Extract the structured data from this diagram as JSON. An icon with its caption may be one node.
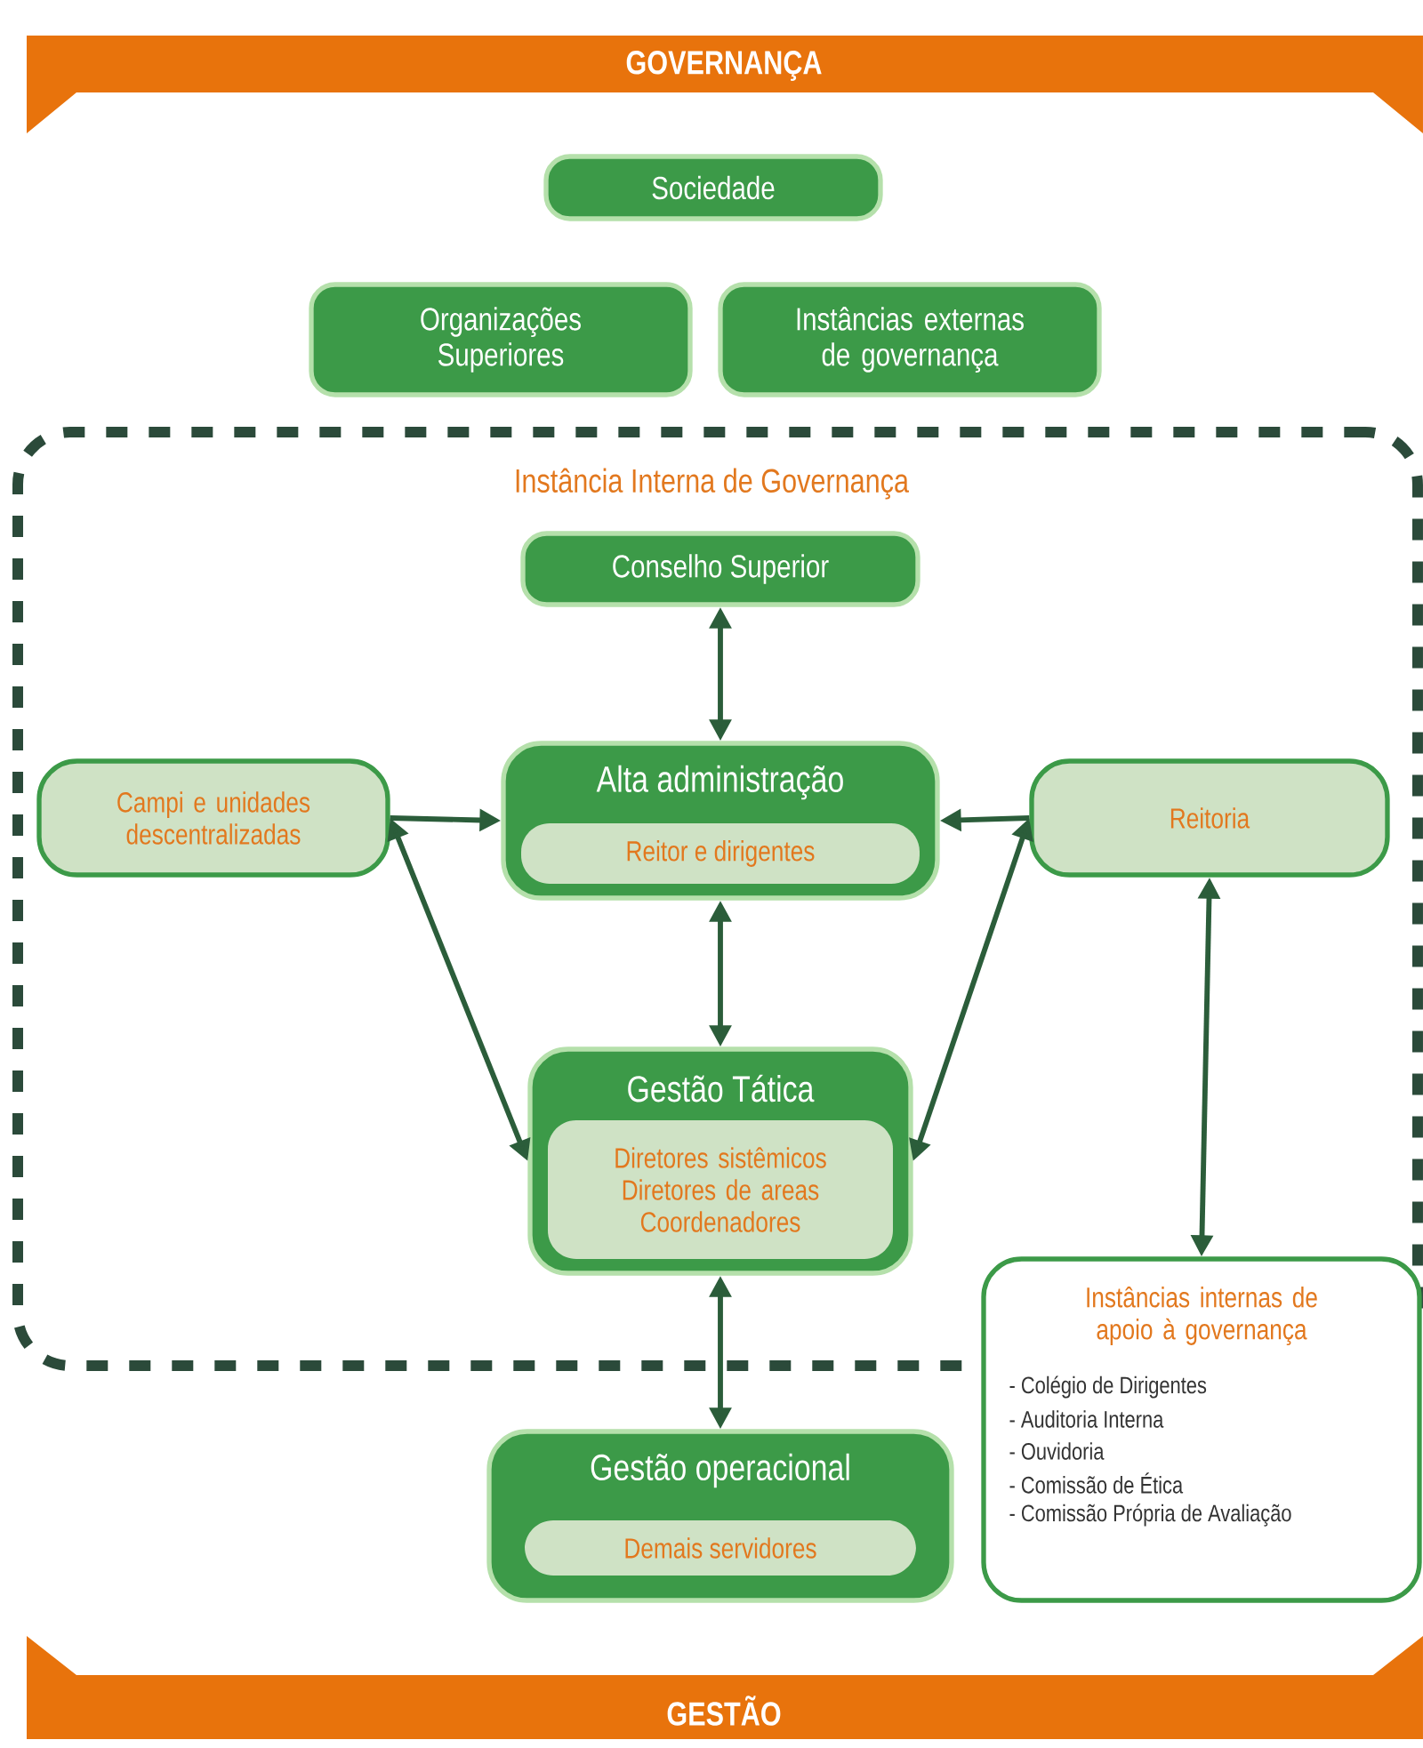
{
  "diagram": {
    "nodes": [
      {
        "text": [
          "GOVERNANÇA"
        ]
      },
      {
        "text": [
          "Sociedade"
        ]
      },
      {
        "text": [
          "Organizações Superiores"
        ]
      },
      {
        "text": [
          "Instâncias externas de governança"
        ]
      },
      {
        "text": [
          "Instância Interna de Governança"
        ]
      },
      {
        "text": [
          "Conselho Superior"
        ],
        "in": 4
      },
      {
        "text": [
          "Alta administração"
        ],
        "in": 4
      },
      {
        "text": [
          "Reitor e dirigentes"
        ],
        "in": 6
      },
      {
        "text": [
          "Campi e unidades descentralizadas"
        ],
        "in": 4
      },
      {
        "text": [
          "Reitoria"
        ],
        "in": 4
      },
      {
        "text": [
          "Gestão Tática"
        ],
        "in": 4
      },
      {
        "text": [
          "Diretores sistêmicos Diretores de areas Coordenadores"
        ],
        "in": 10
      },
      {
        "text": [
          "Instâncias internas de apoio à governança",
          "- Colégio de Dirigentes",
          "- Auditoria Interna",
          "- Ouvidoria",
          "- Comissão de Ética",
          "- Comissão Própria de Avaliação"
        ]
      },
      {
        "text": [
          "Gestão operacional"
        ]
      },
      {
        "text": [
          "Demais servidores"
        ],
        "in": 13
      },
      {
        "text": [
          "GESTÃO"
        ]
      }
    ],
    "edges": [
      {
        "from": 5,
        "to": 6,
        "arrow": "both"
      },
      {
        "from": 8,
        "to": 6,
        "arrow": "to"
      },
      {
        "from": 9,
        "to": 6,
        "arrow": "to"
      },
      {
        "from": 6,
        "to": 10,
        "arrow": "both"
      },
      {
        "from": 8,
        "to": 10,
        "arrow": "both"
      },
      {
        "from": 9,
        "to": 10,
        "arrow": "both"
      },
      {
        "from": 9,
        "to": 12,
        "arrow": "both"
      },
      {
        "from": 10,
        "to": 13,
        "arrow": "both"
      }
    ]
  }
}
